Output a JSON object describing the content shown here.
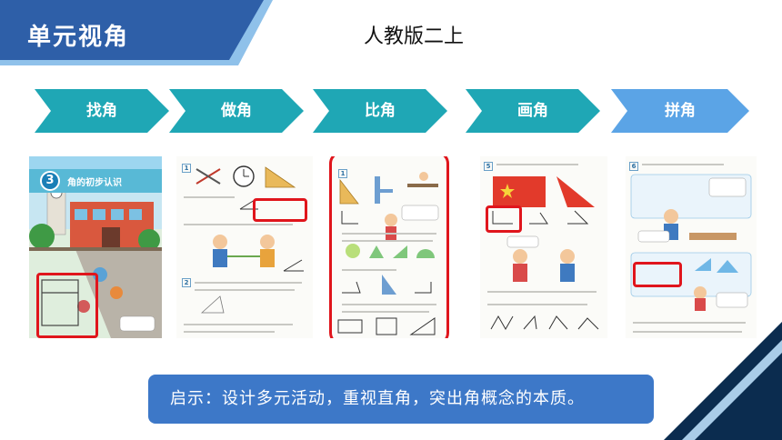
{
  "header": {
    "title": "单元视角",
    "subject": "人教版二上"
  },
  "steps": [
    {
      "label": "找角"
    },
    {
      "label": "做角"
    },
    {
      "label": "比角"
    },
    {
      "label": "画角"
    },
    {
      "label": "拼角"
    }
  ],
  "thumb1": {
    "badge_num": "3",
    "heading": "角的初步认识"
  },
  "thumb2": {
    "n1": "1",
    "n2": "2"
  },
  "thumb3": {
    "n1": "1"
  },
  "thumb4": {
    "n1": "5"
  },
  "thumb5": {
    "n1": "6"
  },
  "insight": {
    "text": "启示：设计多元活动，重视直角，突出角概念的本质。"
  },
  "colors": {
    "header_blue": "#2e5fa8",
    "step_teal": "#1fa7b5",
    "step_blue": "#5ba4e6",
    "insight_blue": "#3d78c8",
    "highlight_red": "#e0151c"
  }
}
